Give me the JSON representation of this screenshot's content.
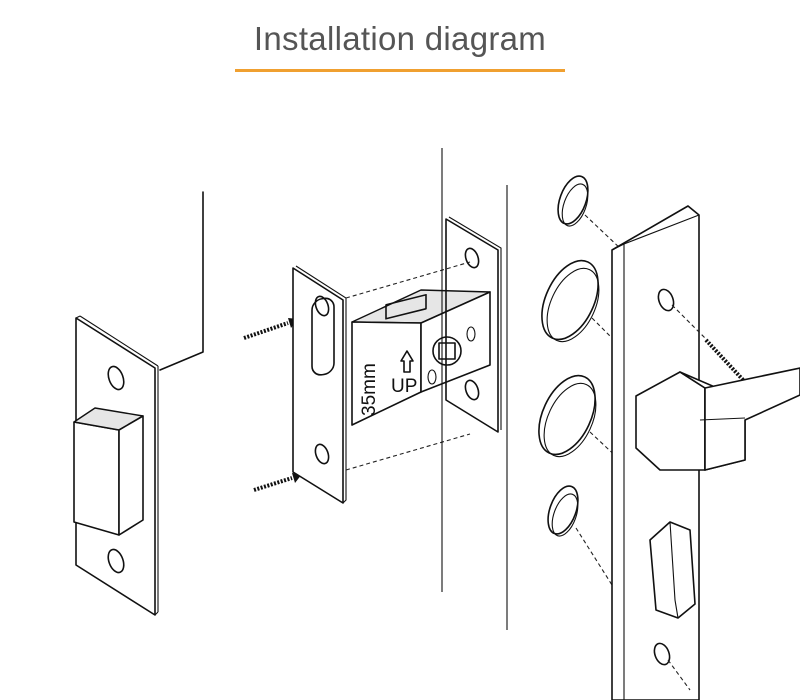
{
  "header": {
    "title": "Installation diagram",
    "accent_color": "#f0a030"
  },
  "latch": {
    "size_label": "35mm",
    "orientation_label": "UP",
    "orientation_icon": "arrow-up-icon"
  }
}
